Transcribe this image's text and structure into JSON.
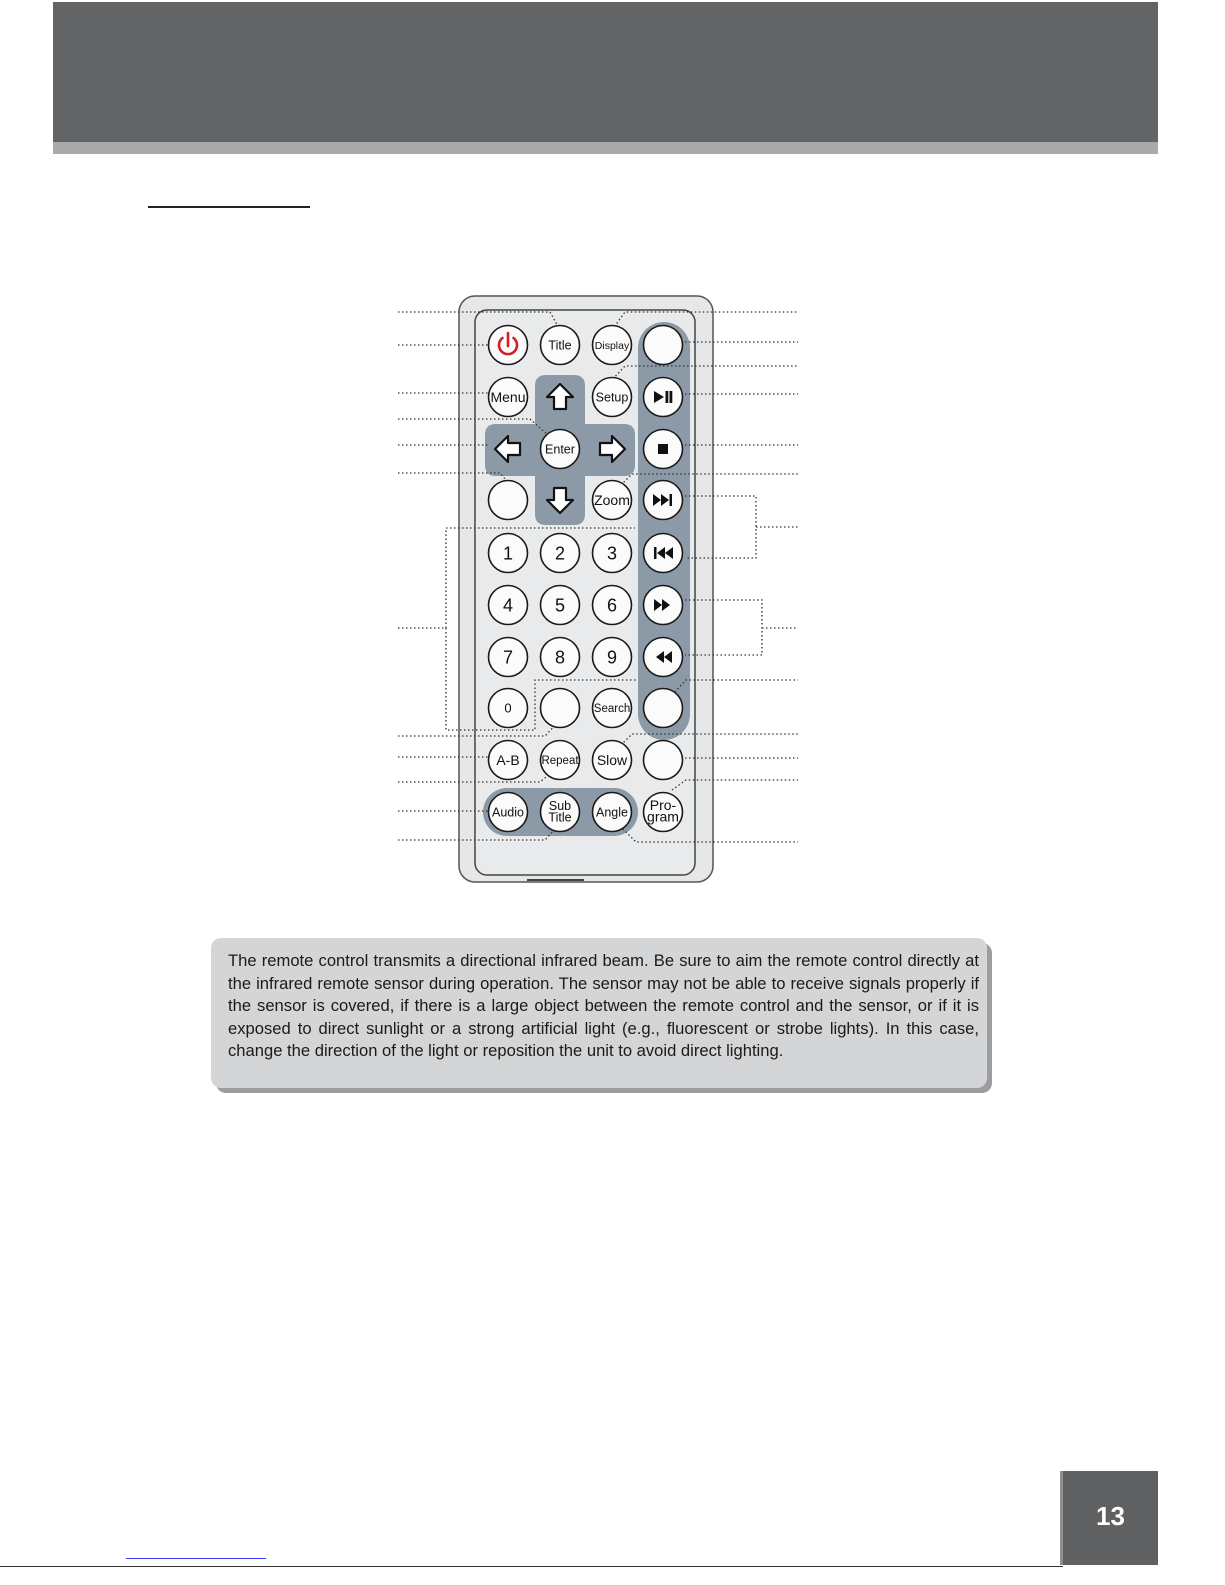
{
  "page": {
    "number": "13"
  },
  "remote": {
    "buttons": [
      {
        "id": "power",
        "icon": "power-icon",
        "label": ""
      },
      {
        "id": "title",
        "label": "Title"
      },
      {
        "id": "display",
        "label": "Display"
      },
      {
        "id": "blank-top-right",
        "label": ""
      },
      {
        "id": "menu",
        "label": "Menu"
      },
      {
        "id": "up",
        "icon": "up-arrow-icon",
        "label": ""
      },
      {
        "id": "setup",
        "label": "Setup"
      },
      {
        "id": "play-pause",
        "icon": "play-pause-icon",
        "label": ""
      },
      {
        "id": "left",
        "icon": "left-arrow-icon",
        "label": ""
      },
      {
        "id": "enter",
        "label": "Enter"
      },
      {
        "id": "right",
        "icon": "right-arrow-icon",
        "label": ""
      },
      {
        "id": "stop",
        "icon": "stop-icon",
        "label": ""
      },
      {
        "id": "blank-left",
        "label": ""
      },
      {
        "id": "down",
        "icon": "down-arrow-icon",
        "label": ""
      },
      {
        "id": "zoom",
        "label": "Zoom"
      },
      {
        "id": "next",
        "icon": "next-track-icon",
        "label": ""
      },
      {
        "id": "num-1",
        "label": "1"
      },
      {
        "id": "num-2",
        "label": "2"
      },
      {
        "id": "num-3",
        "label": "3"
      },
      {
        "id": "prev",
        "icon": "previous-track-icon",
        "label": ""
      },
      {
        "id": "num-4",
        "label": "4"
      },
      {
        "id": "num-5",
        "label": "5"
      },
      {
        "id": "num-6",
        "label": "6"
      },
      {
        "id": "fast-forward",
        "icon": "fast-forward-icon",
        "label": ""
      },
      {
        "id": "num-7",
        "label": "7"
      },
      {
        "id": "num-8",
        "label": "8"
      },
      {
        "id": "num-9",
        "label": "9"
      },
      {
        "id": "rewind",
        "icon": "rewind-icon",
        "label": ""
      },
      {
        "id": "num-0",
        "label": "0"
      },
      {
        "id": "blank-center",
        "label": ""
      },
      {
        "id": "search",
        "label": "Search"
      },
      {
        "id": "blank-right-low",
        "label": ""
      },
      {
        "id": "a-b",
        "label": "A-B"
      },
      {
        "id": "repeat",
        "label": "Repeat"
      },
      {
        "id": "slow",
        "label": "Slow"
      },
      {
        "id": "blank-right-bottom",
        "label": ""
      },
      {
        "id": "audio",
        "label": "Audio"
      },
      {
        "id": "subtitle",
        "label": "Sub\nTitle"
      },
      {
        "id": "angle",
        "label": "Angle"
      },
      {
        "id": "program",
        "label": "Pro-\ngram"
      }
    ]
  },
  "note": {
    "text": "The remote control transmits a directional infrared beam. Be sure to aim the remote control directly at the infrared remote sensor during operation. The sensor may not be able to receive signals properly if the sensor is covered, if there is a large object between the remote control and the sensor, or if it is exposed to direct sunlight or a strong artificial light (e.g., fluorescent or strobe lights). In this case, change the direction of the light or reposition the unit to avoid direct lighting."
  },
  "colors": {
    "header": "#636466",
    "header_stripe": "#a9aaac",
    "remote_body": "#e6e7e8",
    "remote_panel": "#8b9aa6",
    "power_accent": "#d11f26",
    "note_bg": "#d4d5d7"
  }
}
